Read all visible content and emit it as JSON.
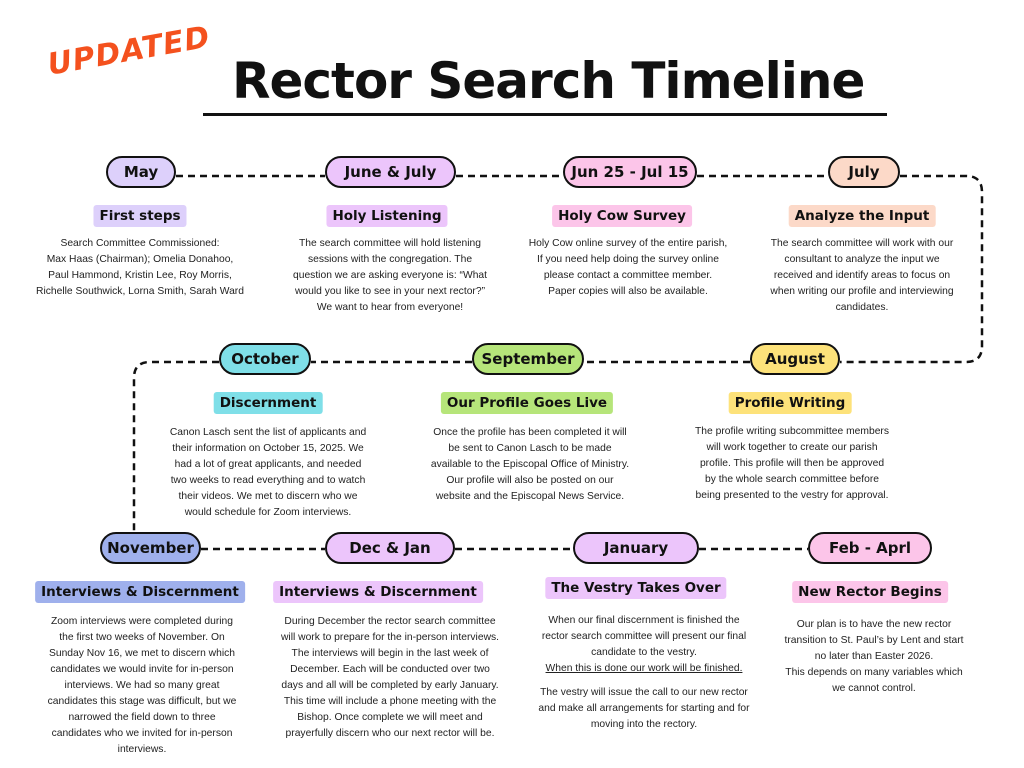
{
  "header": {
    "stamp": "UPDATED",
    "title": "Rector Search Timeline"
  },
  "colors": {
    "lavender": "#ddd0fb",
    "purple": "#ecc5fb",
    "pink": "#fcc5e9",
    "peach": "#fcd9c8",
    "cyan": "#7fdfe8",
    "green": "#b6e57a",
    "yellow": "#fde27a",
    "blue": "#9fb0ec",
    "orange_stamp": "#f4511e"
  },
  "milestones": [
    {
      "pill": "May",
      "heading": "First steps",
      "body": [
        "Search Committee Commissioned:\nMax Haas (Chairman); Omelia Donahoo,\nPaul Hammond, Kristin Lee, Roy Morris,\nRichelle Southwick, Lorna Smith, Sarah Ward"
      ]
    },
    {
      "pill": "June & July",
      "heading": "Holy Listening",
      "body": [
        "The search committee will hold listening\nsessions with the congregation.  The\nquestion we are asking everyone is: “What\nwould you like to see in your next rector?”\nWe want to hear from everyone!"
      ]
    },
    {
      "pill": "Jun 25 - Jul 15",
      "heading": "Holy Cow Survey",
      "body": [
        "Holy Cow online survey of the entire parish,\nIf you need help doing the survey online\nplease contact a committee member.\nPaper copies will also be available."
      ]
    },
    {
      "pill": "July",
      "heading": "Analyze the Input",
      "body": [
        "The search committee will work with our\nconsultant to analyze the input we\nreceived and identify areas to focus on\nwhen writing our profile and interviewing\ncandidates."
      ]
    },
    {
      "pill": "August",
      "heading": "Profile Writing",
      "body": [
        "The profile writing subcommittee members\nwill work together to create our parish\nprofile. This profile will then be approved\nby the whole search committee before\nbeing presented to the vestry for approval."
      ]
    },
    {
      "pill": "September",
      "heading": "Our Profile Goes Live",
      "body": [
        "Once the profile has been completed it will\nbe sent to Canon Lasch to be made\navailable to the Episcopal Office of Ministry.\nOur profile will also be posted on our\nwebsite and the Episcopal News Service."
      ]
    },
    {
      "pill": "October",
      "heading": "Discernment",
      "body": [
        "Canon Lasch sent the list of applicants and\ntheir information on October 15, 2025.  We\nhad a lot of great applicants, and needed\ntwo weeks to read everything and to watch\ntheir videos.  We met to discern who we\nwould schedule for Zoom interviews."
      ]
    },
    {
      "pill": "November",
      "heading": "Interviews & Discernment",
      "body": [
        "Zoom interviews were completed during\nthe first two weeks of November.  On\nSunday Nov 16, we met to discern which\ncandidates we would invite for in-person\ninterviews.  We had so many great\ncandidates this stage was difficult, but we\nnarrowed the field down to three\ncandidates who we invited for in-person\ninterviews."
      ]
    },
    {
      "pill": "Dec & Jan",
      "heading": "Interviews & Discernment",
      "body": [
        "During December the rector search committee\nwill work to prepare for the in-person interviews.\nThe interviews will begin in the last week of\nDecember.  Each will be conducted over two\ndays and all will be completed by early January.\nThis time will include a phone meeting with the\nBishop. Once complete we will meet and\nprayerfully discern who our next rector will be."
      ]
    },
    {
      "pill": "January",
      "heading": "The Vestry Takes Over",
      "body": [
        "When our final discernment is finished the\nrector search committee will present our final\ncandidate to the vestry."
      ],
      "underlined": "When this is done our work will be finished.",
      "body2": [
        "The vestry will issue the call to our new rector\nand make all arrangements for starting and for\nmoving into the rectory."
      ]
    },
    {
      "pill": "Feb - Aprl",
      "heading": "New Rector Begins",
      "body": [
        "Our plan is to have the new rector\ntransition to St. Paul’s by Lent and start\nno later than Easter 2026.\nThis depends on many variables which\nwe cannot control."
      ]
    }
  ]
}
